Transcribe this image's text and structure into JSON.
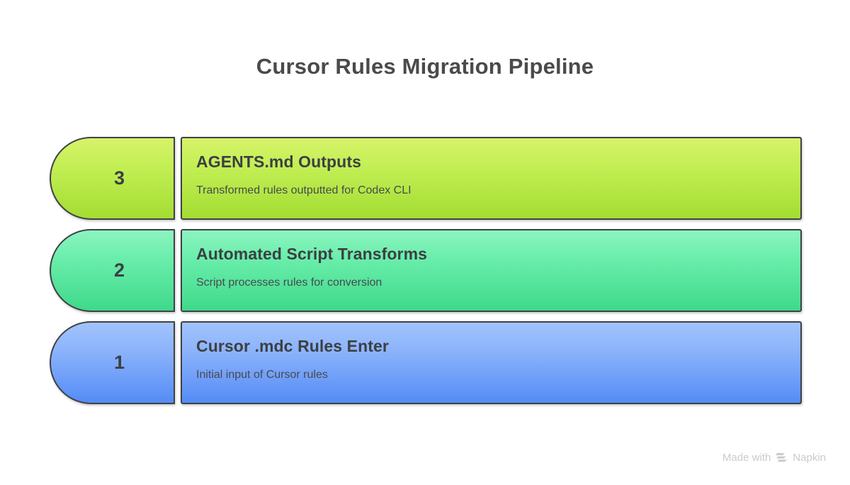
{
  "diagram": {
    "title": "Cursor Rules Migration Pipeline",
    "type": "stacked-step-pipeline",
    "background_color": "#ffffff",
    "steps": [
      {
        "number": "3",
        "title": "AGENTS.md Outputs",
        "description": "Transformed rules outputted for Codex CLI",
        "color": "#b5e63f"
      },
      {
        "number": "2",
        "title": "Automated Script Transforms",
        "description": "Script processes rules for conversion",
        "color": "#55e49b"
      },
      {
        "number": "1",
        "title": "Cursor .mdc Rules Enter",
        "description": "Initial input of Cursor rules",
        "color": "#74a4f9"
      }
    ]
  },
  "watermark": {
    "prefix": "Made with",
    "brand": "Napkin",
    "logo_icon": "napkin-stack-icon",
    "color": "#c9cbcd"
  }
}
